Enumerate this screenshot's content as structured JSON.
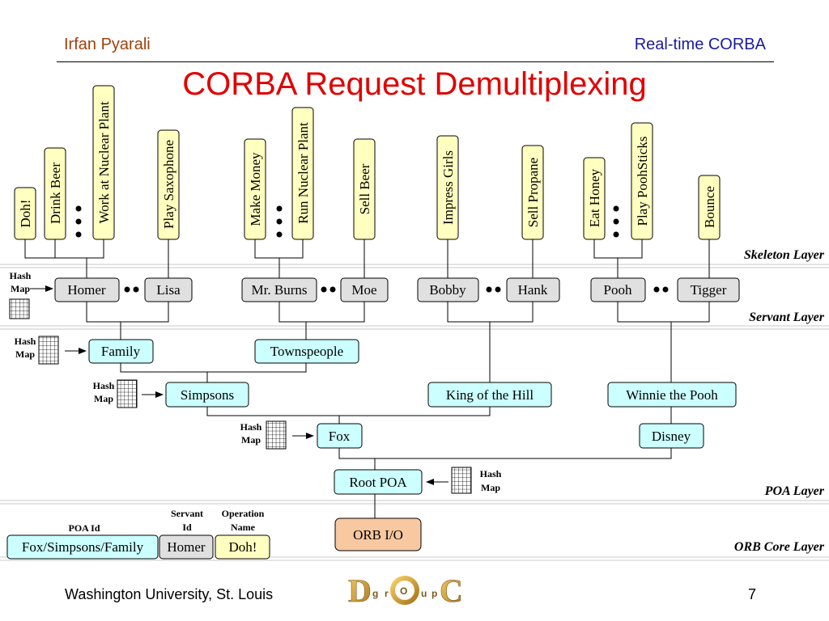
{
  "header": {
    "author": "Irfan Pyarali",
    "topic": "Real-time CORBA"
  },
  "title": "CORBA Request Demultiplexing",
  "footer": {
    "institution": "Washington University, St. Louis",
    "page": "7",
    "logo_letters": [
      "D",
      "g",
      "r",
      "O",
      "u",
      "p",
      "C"
    ]
  },
  "layers": {
    "skeleton": "Skeleton Layer",
    "servant": "Servant Layer",
    "poa": "POA Layer",
    "orb_core": "ORB Core Layer"
  },
  "operations": [
    "Doh!",
    "Drink Beer",
    "Work at Nuclear Plant",
    "Play Saxophone",
    "Make Money",
    "Run Nuclear Plant",
    "Sell Beer",
    "Impress Girls",
    "Sell Propane",
    "Eat Honey",
    "Play PoohSticks",
    "Bounce"
  ],
  "servants": [
    "Homer",
    "Lisa",
    "Mr. Burns",
    "Moe",
    "Bobby",
    "Hank",
    "Pooh",
    "Tigger"
  ],
  "poas": {
    "family": "Family",
    "townspeople": "Townspeople",
    "simpsons": "Simpsons",
    "king_of_the_hill": "King of the Hill",
    "winnie_the_pooh": "Winnie the Pooh",
    "fox": "Fox",
    "disney": "Disney",
    "root": "Root POA"
  },
  "orb_io": "ORB I/O",
  "hash_map": {
    "line1": "Hash",
    "line2": "Map"
  },
  "request": {
    "poa_id_label": "POA Id",
    "servant_id_label": [
      "Servant",
      "Id"
    ],
    "operation_name_label": [
      "Operation",
      "Name"
    ],
    "poa_id": "Fox/Simpsons/Family",
    "servant_id": "Homer",
    "operation": "Doh!"
  },
  "colors": {
    "operation_fill": "#ffffc0",
    "servant_fill": "#e0e0e0",
    "poa_fill": "#ccffff",
    "orb_fill": "#f8c8a0",
    "title": "#e00000",
    "author": "#a0400b",
    "topic": "#1a1aa0"
  }
}
